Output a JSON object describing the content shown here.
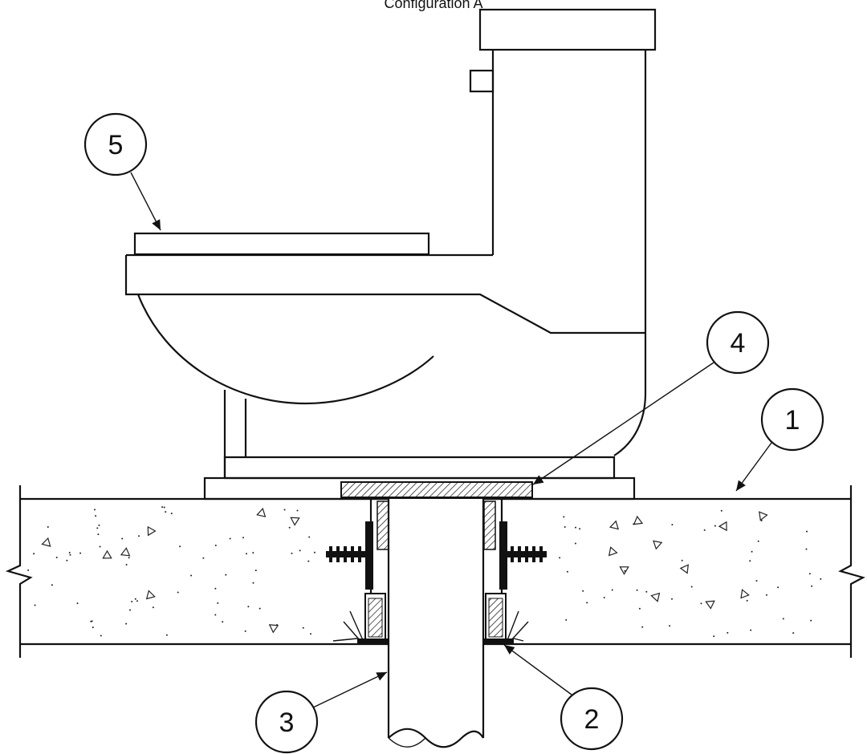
{
  "caption": "Configuration A",
  "callouts": [
    {
      "label": "1"
    },
    {
      "label": "2"
    },
    {
      "label": "3"
    },
    {
      "label": "4"
    },
    {
      "label": "5"
    }
  ]
}
